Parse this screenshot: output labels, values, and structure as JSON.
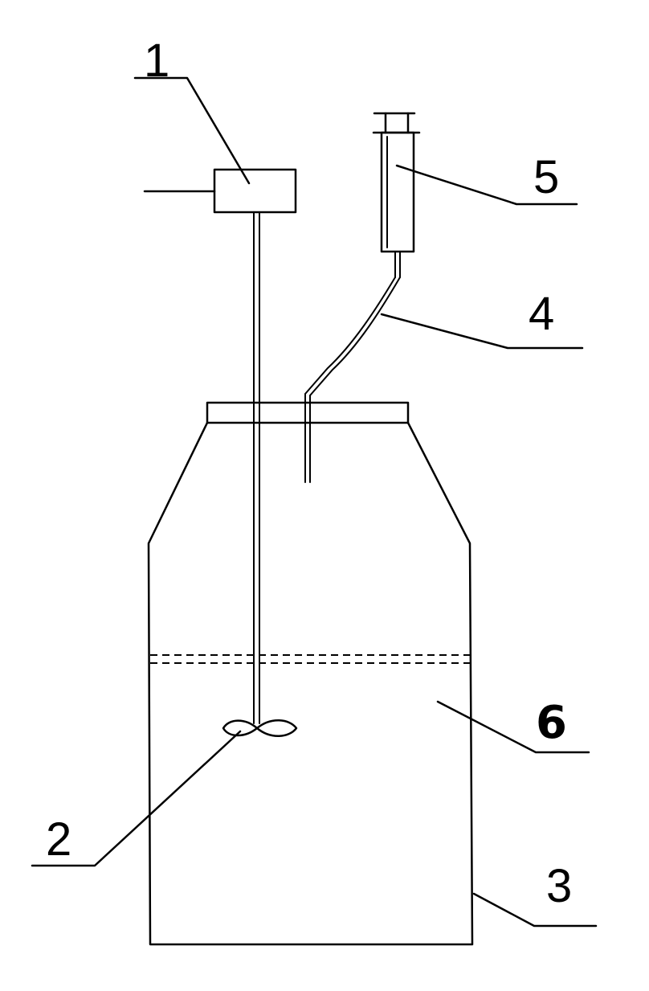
{
  "labels": {
    "motor": "1",
    "impeller": "2",
    "vessel": "3",
    "tube": "4",
    "syringe": "5",
    "liquid": "6"
  },
  "colors": {
    "line": "#000000",
    "background": "#ffffff"
  }
}
